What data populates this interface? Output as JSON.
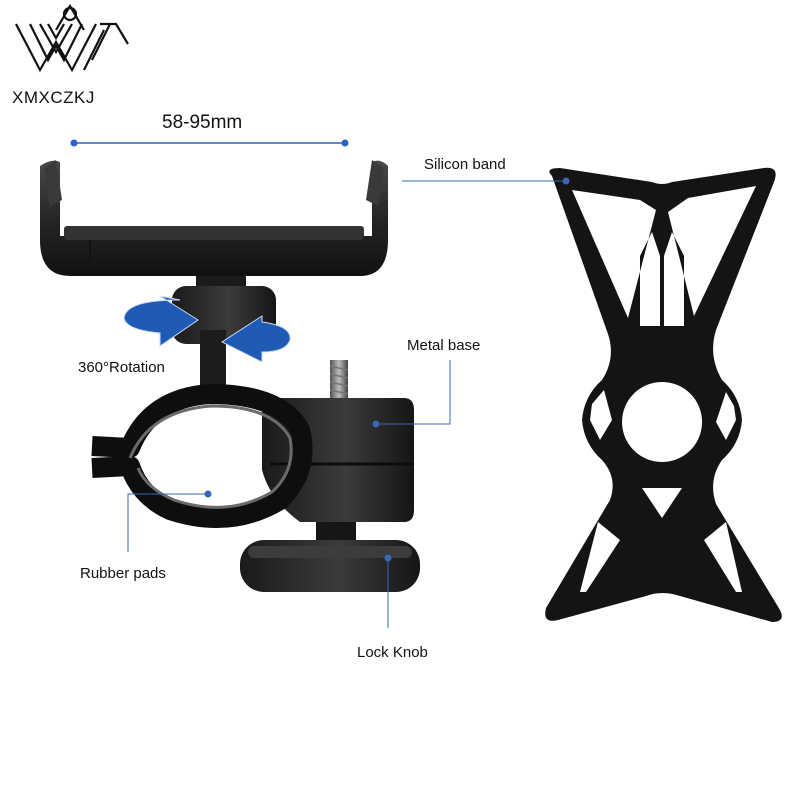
{
  "brand": {
    "name": "XMXCZKJ",
    "logo": "W-lattice-logo",
    "color": "#111111"
  },
  "product": {
    "width_range_label": "58-95mm",
    "accent_color": "#1f5bb5",
    "callout_color": "#3a67b5"
  },
  "callouts": {
    "silicon_band": "Silicon band",
    "metal_base": "Metal base",
    "rotation": "360°Rotation",
    "rubber_pads": "Rubber pads",
    "lock_knob": "Lock Knob"
  }
}
